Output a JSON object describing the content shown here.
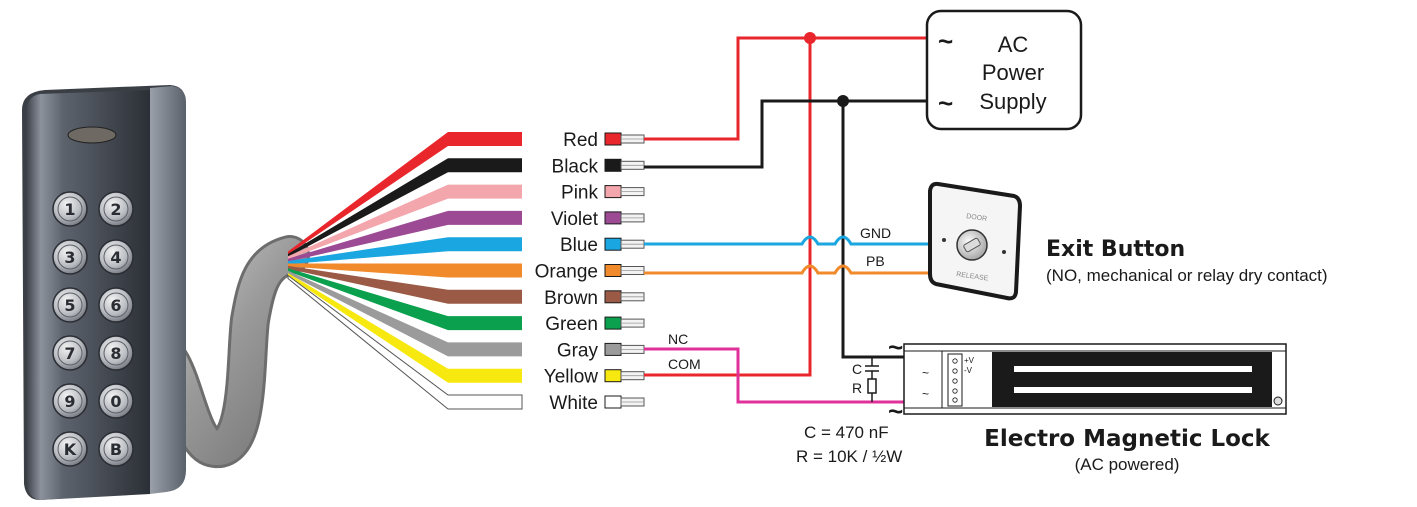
{
  "wires": [
    {
      "label": "Red",
      "color": "#e8262b"
    },
    {
      "label": "Black",
      "color": "#1a1a1a"
    },
    {
      "label": "Pink",
      "color": "#f4a6ad"
    },
    {
      "label": "Violet",
      "color": "#9c4a94"
    },
    {
      "label": "Blue",
      "color": "#1aa6e0"
    },
    {
      "label": "Orange",
      "color": "#f18a2b"
    },
    {
      "label": "Brown",
      "color": "#9a5a45"
    },
    {
      "label": "Green",
      "color": "#0aa04e"
    },
    {
      "label": "Gray",
      "color": "#9b9b9b"
    },
    {
      "label": "Yellow",
      "color": "#f7e80f"
    },
    {
      "label": "White",
      "color": "#ffffff"
    }
  ],
  "keypad": {
    "keys": [
      "1",
      "2",
      "3",
      "4",
      "5",
      "6",
      "7",
      "8",
      "9",
      "0",
      "K",
      "B"
    ]
  },
  "power_supply": {
    "line1": "AC",
    "line2": "Power",
    "line3": "Supply",
    "tilde": "~"
  },
  "signals": {
    "gnd": "GND",
    "pb": "PB",
    "nc": "NC",
    "com": "COM"
  },
  "exit_button": {
    "title": "Exit Button",
    "subtitle": "(NO, mechanical or relay dry contact)",
    "plate_top": "DOOR",
    "plate_bottom": "RELEASE"
  },
  "lock": {
    "title": "Electro Magnetic Lock",
    "subtitle": "(AC powered)",
    "term_v_plus": "+V",
    "term_v_minus": "-V",
    "tilde": "~"
  },
  "snubber": {
    "c_label": "C",
    "r_label": "R",
    "c_value": "C = 470 nF",
    "r_value": "R = 10K / ½W"
  },
  "colors": {
    "red_wire": "#e8262b",
    "black_wire": "#1a1a1a",
    "blue_wire": "#1aa6e0",
    "orange_wire": "#f18a2b",
    "magenta_wire": "#e0309a"
  }
}
